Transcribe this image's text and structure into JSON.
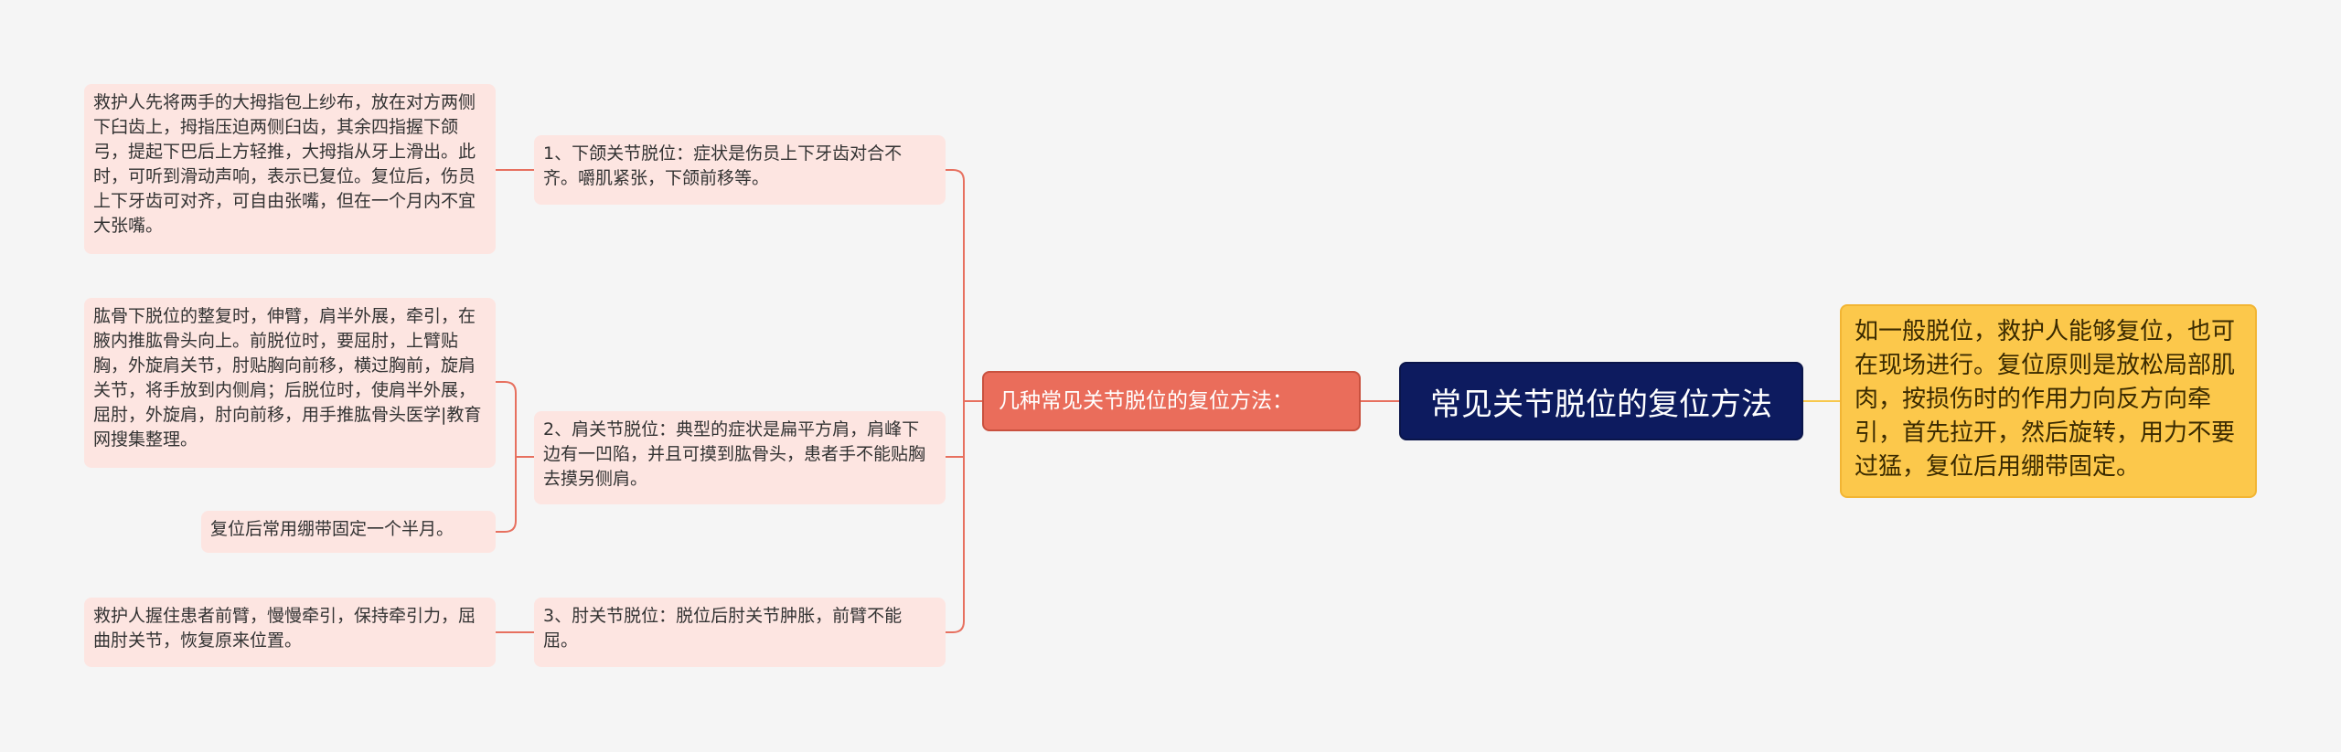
{
  "root": {
    "label": "常见关节脱位的复位方法"
  },
  "summary": {
    "text": "如一般脱位，救护人能够复位，也可在现场进行。复位原则是放松局部肌肉，按损伤时的作用力向反方向牵引，首先拉开，然后旋转，用力不要过猛，复位后用绷带固定。"
  },
  "branch": {
    "label": "几种常见关节脱位的复位方法："
  },
  "topics": [
    {
      "text": "1、下颌关节脱位：症状是伤员上下牙齿对合不齐。嚼肌紧张，下颌前移等。",
      "details": [
        "救护人先将两手的大拇指包上纱布，放在对方两侧下臼齿上，拇指压迫两侧臼齿，其余四指握下颌弓，提起下巴后上方轻推，大拇指从牙上滑出。此时，可听到滑动声响，表示已复位。复位后，伤员上下牙齿可对齐，可自由张嘴，但在一个月内不宜大张嘴。"
      ]
    },
    {
      "text": "2、肩关节脱位：典型的症状是扁平方肩，肩峰下边有一凹陷，并且可摸到肱骨头，患者手不能贴胸去摸另侧肩。",
      "details": [
        "肱骨下脱位的整复时，伸臂，肩半外展，牵引，在腋内推肱骨头向上。前脱位时，要屈肘，上臂贴胸，外旋肩关节，肘贴胸向前移，横过胸前，旋肩关节，将手放到内侧肩；后脱位时，使肩半外展，屈肘，外旋肩，肘向前移，用手推肱骨头医学|教育网搜集整理。",
        "复位后常用绷带固定一个半月。"
      ]
    },
    {
      "text": "3、肘关节脱位：脱位后肘关节肿胀，前臂不能屈。",
      "details": [
        "救护人握住患者前臂，慢慢牵引，保持牵引力，屈曲肘关节，恢复原来位置。"
      ]
    }
  ],
  "colors": {
    "background": "#f5f5f5",
    "root": "#0d1b5f",
    "summary": "#fcc84b",
    "branch": "#ea6d5b",
    "leaf": "#fde5e1",
    "connector_red": "#e7705f",
    "connector_yellow": "#f7c84c"
  }
}
